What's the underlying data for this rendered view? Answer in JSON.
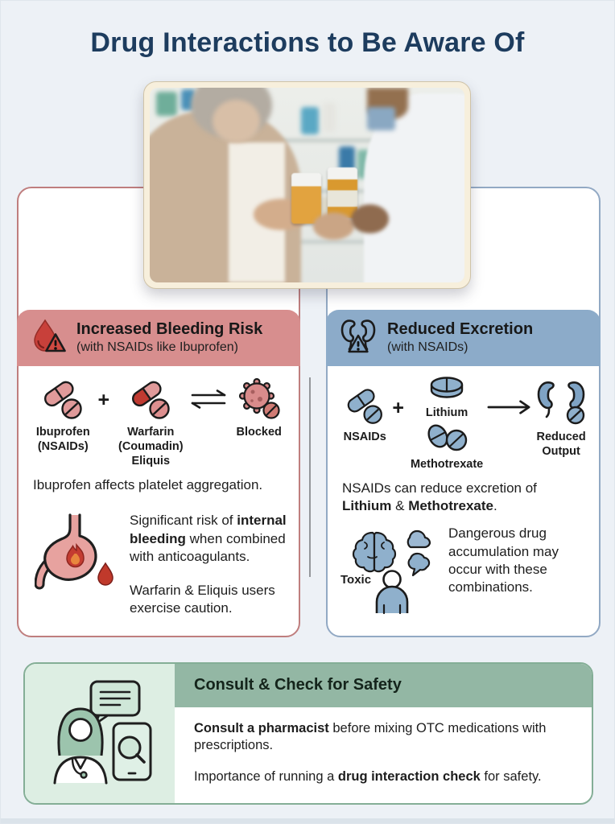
{
  "page": {
    "title": "Drug Interactions to Be Aware Of"
  },
  "photo": {
    "description": "Pharmacist and older woman comparing two prescription pill bottles in a pharmacy"
  },
  "bleeding_card": {
    "header": {
      "icon": "blood-drop-warning-icon",
      "title": "Increased Bleeding Risk",
      "subtitle": "(with NSAIDs like Ibuprofen)"
    },
    "diagram": {
      "drug1_line1": "Ibuprofen",
      "drug1_line2": "(NSAIDs)",
      "plus": "+",
      "drug2_line1": "Warfarin",
      "drug2_line2": "(Coumadin)",
      "drug2_line3": "Eliquis",
      "result": "Blocked"
    },
    "caption": "Ibuprofen affects platelet aggregation.",
    "risk": {
      "pre": "Significant risk of ",
      "bold": "internal bleeding",
      "post": " when combined with anticoagulants."
    },
    "caution": "Warfarin & Eliquis users exercise caution."
  },
  "excretion_card": {
    "header": {
      "icon": "kidneys-warning-icon",
      "title": "Reduced Excretion",
      "subtitle": "(with NSAIDs)"
    },
    "diagram": {
      "drug1": "NSAIDs",
      "plus": "+",
      "drug2a": "Lithium",
      "drug2b": "Methotrexate",
      "result": "Reduced Output"
    },
    "caption": {
      "pre": "NSAIDs can reduce excretion of ",
      "bold1": "Lithium",
      "mid": " & ",
      "bold2": "Methotrexate",
      "post": "."
    },
    "toxic_label": "Toxic",
    "warning": "Dangerous drug accumulation may occur with these combinations."
  },
  "safety_card": {
    "title": "Consult & Check for Safety",
    "tip1": {
      "bold": "Consult a pharmacist",
      "post": " before mixing OTC medications with prescriptions."
    },
    "tip2": {
      "pre": "Importance of running a ",
      "bold": "drug interaction check",
      "post": " for safety."
    }
  },
  "colors": {
    "background": "#edf1f6",
    "title_text": "#1d3c5e",
    "bleeding_header": "#d78e8e",
    "bleeding_border": "#bf7e7e",
    "excretion_header": "#8cabc9",
    "excretion_border": "#92a9c4",
    "safety_header": "#93b7a4",
    "safety_border": "#84ae96",
    "safety_panel": "#ddeee3",
    "photo_frame": "#f7efdc"
  }
}
